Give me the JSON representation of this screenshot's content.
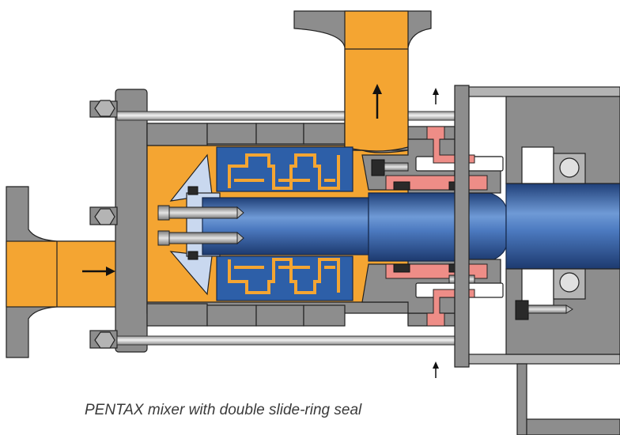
{
  "caption": "PENTAX mixer with double slide-ring seal",
  "colors": {
    "housing": "#8d8d8d",
    "fluid": "#f4a532",
    "shaft": "#2d5fa8",
    "seal": "#ee8d87"
  },
  "icons": [
    "flow-arrow-right",
    "flow-arrow-up",
    "small-arrow-up",
    "hex-bolt"
  ]
}
